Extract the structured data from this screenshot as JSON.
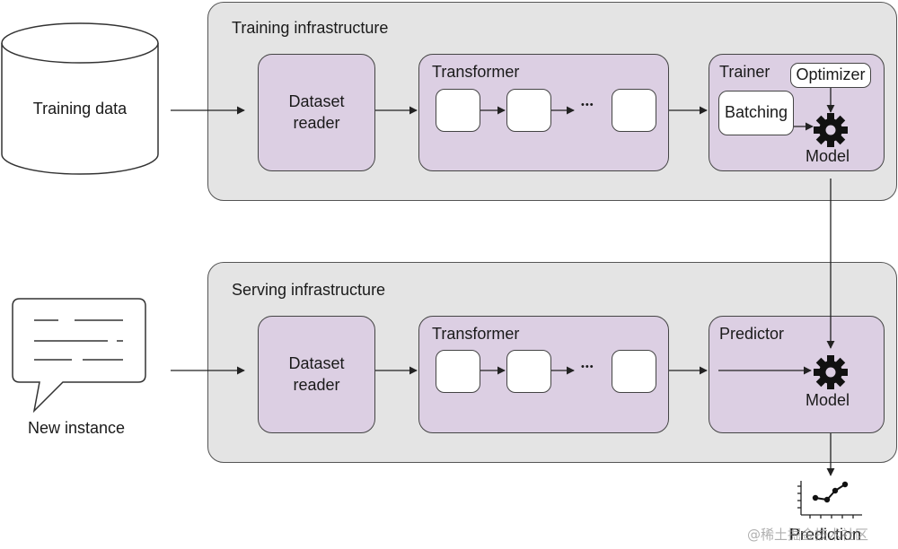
{
  "sources": {
    "training_data": "Training data",
    "new_instance": "New instance"
  },
  "training": {
    "title": "Training infrastructure",
    "dataset_reader": "Dataset\nreader",
    "transformer_label": "Transformer",
    "ellipsis": "•••",
    "trainer_label": "Trainer",
    "optimizer": "Optimizer",
    "batching": "Batching",
    "model": "Model"
  },
  "serving": {
    "title": "Serving infrastructure",
    "dataset_reader": "Dataset\nreader",
    "transformer_label": "Transformer",
    "ellipsis": "•••",
    "predictor_label": "Predictor",
    "model": "Model"
  },
  "output": {
    "prediction": "Prediction"
  },
  "watermark": "@稀土掘金技术社区",
  "colors": {
    "infra_bg": "#e4e4e4",
    "component_bg": "#dccfe3",
    "stroke": "#444444"
  }
}
